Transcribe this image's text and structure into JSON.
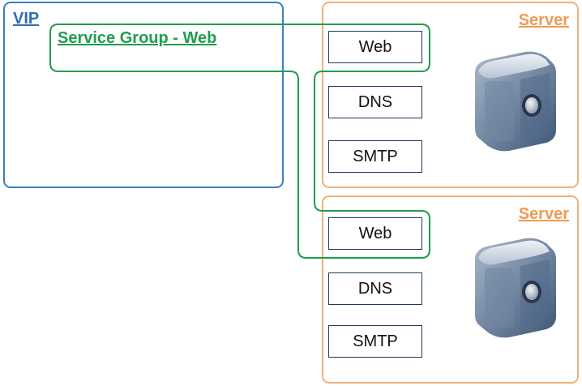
{
  "vip": {
    "label": "VIP"
  },
  "service_group": {
    "label": "Service Group - Web"
  },
  "servers": [
    {
      "label": "Server",
      "services": [
        "Web",
        "DNS",
        "SMTP"
      ]
    },
    {
      "label": "Server",
      "services": [
        "Web",
        "DNS",
        "SMTP"
      ]
    }
  ],
  "colors": {
    "vip": "#3a7fc1",
    "server": "#f0b07a",
    "service_group": "#1f9e4e",
    "service_border": "#1f3a5a"
  },
  "icons": {
    "server": "server-box-icon"
  }
}
